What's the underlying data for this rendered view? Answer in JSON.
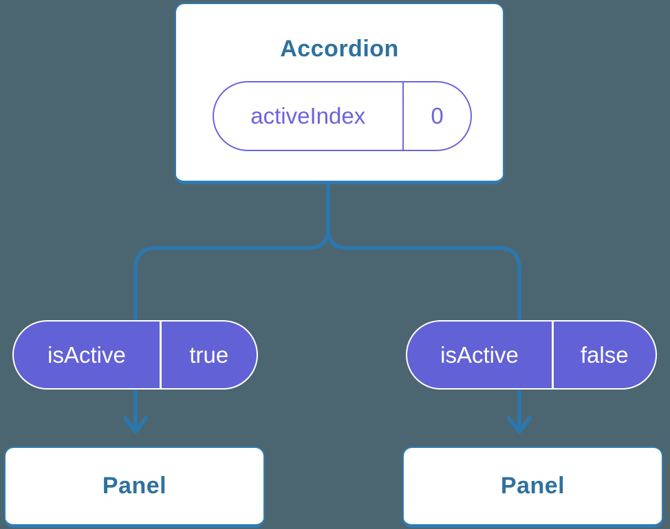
{
  "diagram": {
    "description": "Component tree diagram: Accordion parent passing state down to two child panels",
    "colors": {
      "background": "#4C6671",
      "node_fill": "#FFFFFF",
      "node_border": "#2F7CB4",
      "node_text": "#2E719F",
      "connector": "#2C77AE",
      "state_pill_fill": "#6261D6",
      "state_pill_text": "#FFFFFF",
      "prop_pill_outline": "#6A63DF",
      "prop_pill_text": "#6A63DF"
    }
  },
  "tree": {
    "root": {
      "title": "Accordion",
      "prop": {
        "name": "activeIndex",
        "value": "0"
      }
    },
    "children": [
      {
        "prop": {
          "name": "isActive",
          "value": "true"
        },
        "panel": {
          "title": "Panel"
        }
      },
      {
        "prop": {
          "name": "isActive",
          "value": "false"
        },
        "panel": {
          "title": "Panel"
        }
      }
    ]
  }
}
